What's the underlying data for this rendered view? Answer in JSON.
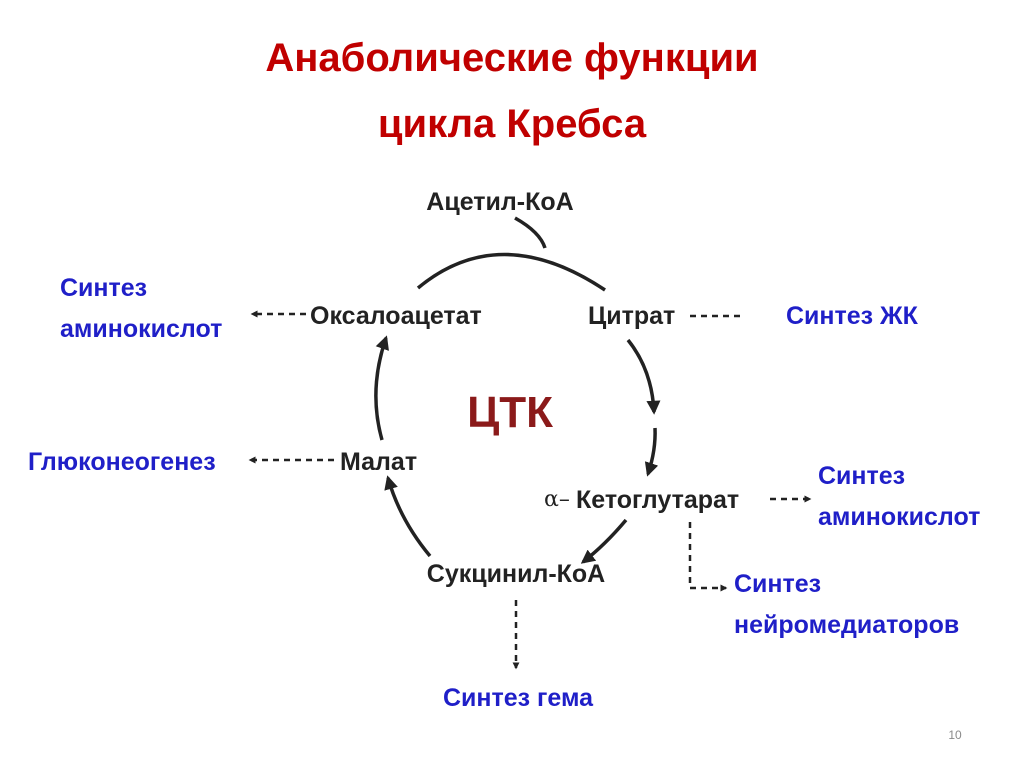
{
  "colors": {
    "title": "#c00000",
    "center": "#8b1a1a",
    "node": "#222222",
    "outcome": "#1f1fc8",
    "arrow": "#222222",
    "page_number": "#8a8a8a"
  },
  "title": {
    "line1": "Анаболические функции",
    "line2": "цикла Кребса"
  },
  "cycle": {
    "center_label": "ЦТК",
    "nodes": {
      "acetyl_coa": "Ацетил-КоА",
      "citrate": "Цитрат",
      "ketoglutarate_prefix": "α–",
      "ketoglutarate": "Кетоглутарат",
      "succinyl_coa": "Сукцинил-КоА",
      "malate": "Малат",
      "oxaloacetate": "Оксалоацетат"
    }
  },
  "outcomes": {
    "amino_acids_left": [
      "Синтез",
      "аминокислот"
    ],
    "fatty_acids": "Синтез ЖК",
    "gluconeogenesis": "Глюконеогенез",
    "amino_acids_right": [
      "Синтез",
      "аминокислот"
    ],
    "neurotransmitters": [
      "Синтез",
      "нейромедиаторов"
    ],
    "heme": "Синтез гема"
  },
  "page_number": "10"
}
